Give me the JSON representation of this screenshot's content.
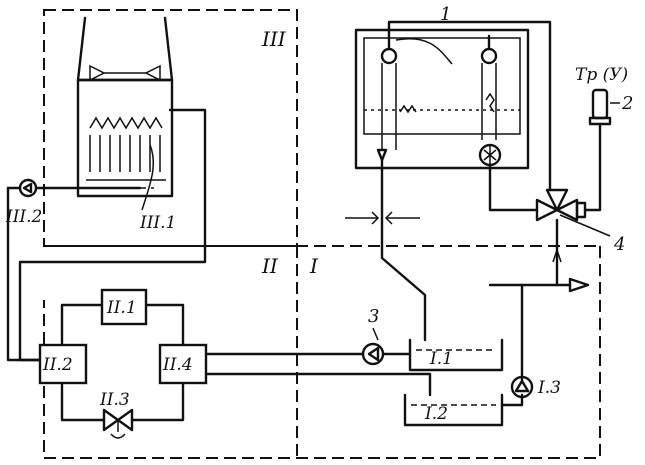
{
  "zones": {
    "I": "I",
    "II": "II",
    "III": "III"
  },
  "numbers": {
    "n1": "1",
    "n2": "2",
    "n3": "3",
    "n4": "4"
  },
  "sensor_label": "Tp (У)",
  "blocks": {
    "b_II1": "II.1",
    "b_II2": "II.2",
    "b_II3": "II.3",
    "b_II4": "II.4",
    "b_I1": "I.1",
    "b_I2": "I.2",
    "b_I3": "I.3",
    "b_III1": "III.1",
    "b_III2": "III.2"
  }
}
